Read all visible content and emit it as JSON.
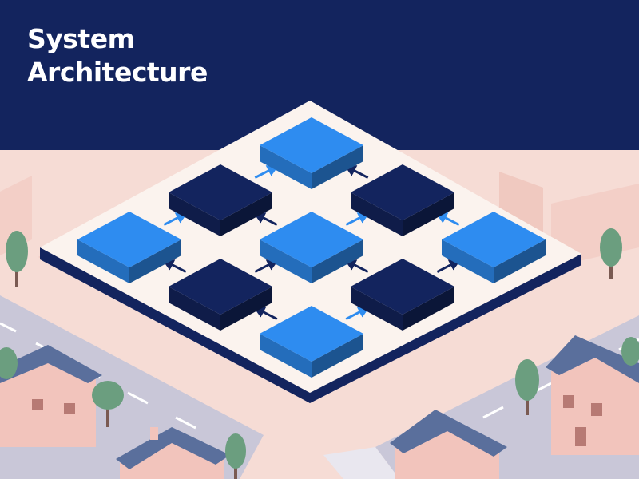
{
  "header": {
    "title_line1": "System",
    "title_line2": "Architecture"
  },
  "colors": {
    "banner": "#13245e",
    "background": "#f6dcd5",
    "platform_top": "#fbf3ee",
    "platform_edge": "#13245e",
    "block_light": "#2e8cf0",
    "block_dark": "#13245e",
    "road": "#c9c7d8",
    "tree": "#6b9e7f",
    "house_wall": "#f2c4bc",
    "house_roof": "#5a6f9c"
  },
  "diagram": {
    "nodes": [
      {
        "id": "n1",
        "kind": "light"
      },
      {
        "id": "n2",
        "kind": "dark"
      },
      {
        "id": "n3",
        "kind": "dark"
      },
      {
        "id": "n4",
        "kind": "light"
      },
      {
        "id": "n5",
        "kind": "light"
      },
      {
        "id": "n6",
        "kind": "light"
      },
      {
        "id": "n7",
        "kind": "dark"
      },
      {
        "id": "n8",
        "kind": "dark"
      },
      {
        "id": "n9",
        "kind": "light"
      }
    ],
    "connections": [
      {
        "from": "n2",
        "to": "n1",
        "kind": "dark"
      },
      {
        "from": "n3",
        "to": "n1",
        "kind": "light"
      },
      {
        "from": "n4",
        "to": "n2",
        "kind": "light"
      },
      {
        "from": "n5",
        "to": "n2",
        "kind": "light"
      },
      {
        "from": "n5",
        "to": "n3",
        "kind": "dark"
      },
      {
        "from": "n6",
        "to": "n3",
        "kind": "light"
      },
      {
        "from": "n7",
        "to": "n4",
        "kind": "dark"
      },
      {
        "from": "n7",
        "to": "n5",
        "kind": "dark"
      },
      {
        "from": "n8",
        "to": "n5",
        "kind": "dark"
      },
      {
        "from": "n8",
        "to": "n6",
        "kind": "dark"
      },
      {
        "from": "n9",
        "to": "n7",
        "kind": "light"
      },
      {
        "from": "n9",
        "to": "n8",
        "kind": "dark"
      }
    ]
  }
}
